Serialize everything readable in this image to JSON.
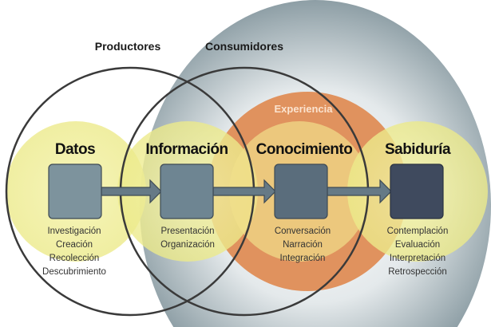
{
  "groups": {
    "producers": "Productores",
    "consumers": "Consumidores",
    "experience": "Experiencia"
  },
  "stages": [
    {
      "title": "Datos",
      "items": [
        "Investigación",
        "Creación",
        "Recolección",
        "Descubrimiento"
      ],
      "box_color": "#7d939d"
    },
    {
      "title": "Información",
      "items": [
        "Presentación",
        "Organización"
      ],
      "box_color": "#6e8592"
    },
    {
      "title": "Conocimiento",
      "items": [
        "Conversación",
        "Narración",
        "Integración"
      ],
      "box_color": "#5a6d7c"
    },
    {
      "title": "Sabiduría",
      "items": [
        "Contemplación",
        "Evaluación",
        "Interpretación",
        "Retrospección"
      ],
      "box_color": "#3f4a5e"
    }
  ],
  "colors": {
    "yellow": "#f1ef9c",
    "orange": "#e0925e",
    "gray": "#8d9ea5"
  }
}
